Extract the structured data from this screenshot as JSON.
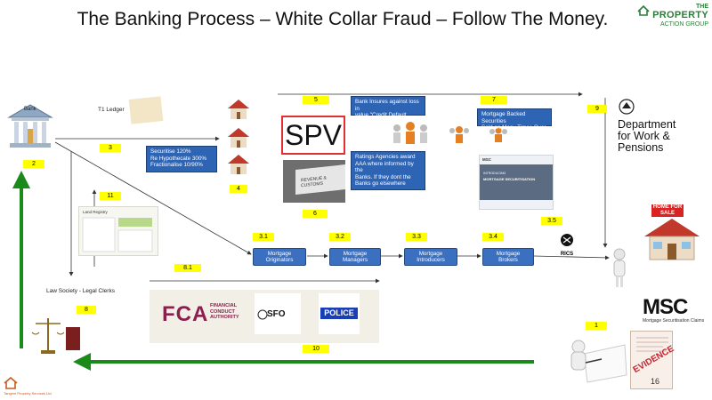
{
  "title": "The Banking Process – White Collar Fraud – Follow The Money.",
  "logo": {
    "line1": "THE",
    "line2": "PROPERTY",
    "line3": "ACTION GROUP"
  },
  "labels": {
    "bank": "Bank",
    "t1_ledger": "T1 Ledger",
    "law_society": "Law Society - Legal Clerks",
    "spv": "SPV",
    "dwp": [
      "Department",
      "for Work &",
      "Pensions"
    ],
    "home_for_sale": "HOME FOR SALE",
    "rics": "RICS",
    "msc_logo": "MSC",
    "msc_sub": "Mortgage Securitisation Claims",
    "fca_letters": "FCA",
    "fca_words": [
      "FINANCIAL",
      "CONDUCT",
      "AUTHORITY"
    ],
    "sfo": "SFO",
    "police": "POLICE",
    "evidence": "EVIDENCE",
    "customs": "REVENUE & CUSTOMS",
    "land_registry": "Land Registry",
    "msc_site_header": "MSC",
    "msc_site_line1": "INTRODUCING",
    "msc_site_line2": "MORTGAGE SECURITISATION",
    "tangent": "Tangent Property Services Ltd",
    "page_number": "16"
  },
  "blue_boxes": {
    "securitise": [
      "Securitise 120%",
      "Re Hypothecate 300%",
      "Fractionalise 10/90%"
    ],
    "insures": [
      "Bank Insures against loss in",
      "value \"Credit Default Swap\""
    ],
    "ratings": [
      "Ratings Agencies award",
      "AAA where informed by the",
      "Banks. If they dont the",
      "Banks go elsewhere"
    ],
    "mbs": [
      "Mortgage Backed Securities",
      "Sold on Many Times Over."
    ]
  },
  "process_boxes": {
    "originators": [
      "Mortgage",
      "Originators"
    ],
    "managers": [
      "Mortgage",
      "Managers"
    ],
    "introducers": [
      "Mortgage",
      "Introducers"
    ],
    "brokers": [
      "Mortgage",
      "Brokers"
    ]
  },
  "steps": {
    "s1": "1",
    "s2": "2",
    "s3": "3",
    "s4": "4",
    "s5": "5",
    "s6": "6",
    "s7": "7",
    "s8": "8",
    "s81": "8.1",
    "s9": "9",
    "s10": "10",
    "s11": "11",
    "s31": "3.1",
    "s32": "3.2",
    "s33": "3.3",
    "s34": "3.4",
    "s35": "3.5"
  },
  "colors": {
    "flow_green": "#1a8a1a",
    "process_blue": "#3b70c0",
    "info_blue": "#2e64b4",
    "step_yellow": "#ffff00",
    "spv_red": "#e03030",
    "fca_purple": "#8b1f4e"
  }
}
